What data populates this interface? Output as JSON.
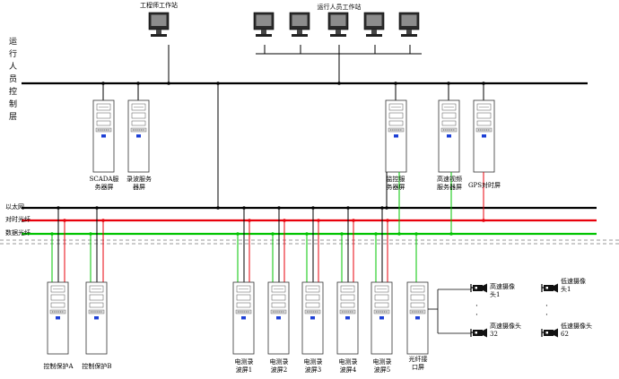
{
  "layer_label": "运行人员控制层",
  "workstations": {
    "engineer_title": "工程师工作站",
    "operator_title": "运行人员工作站"
  },
  "networks": {
    "ethernet": "以太网",
    "timing_fiber": "对时光纤",
    "data_fiber": "数据光纤"
  },
  "upper_servers": {
    "scada": "SCADA服务器屏",
    "recorder": "录波服务器屏",
    "monitor": "监控服务器屏",
    "hs_video": "高速视频服务器屏",
    "gps": "GPS对时屏"
  },
  "lower_cabinets": {
    "ctrl_a": "控制保护A",
    "ctrl_b": "控制保护B",
    "rec1": "电测录波屏1",
    "rec2": "电测录波屏2",
    "rec3": "电测录波屏3",
    "rec4": "电测录波屏4",
    "rec5": "电测录波屏5",
    "fiber_if": "光纤接口屏"
  },
  "cameras": {
    "hs1": "高速摄像头1",
    "hs32": "高速摄像头32",
    "ls1": "低速摄像头1",
    "ls62": "低速摄像头62",
    "ellipsis": "·"
  },
  "colors": {
    "ethernet": "#000000",
    "timing_fiber": "#e8000b",
    "data_fiber": "#00c400"
  }
}
